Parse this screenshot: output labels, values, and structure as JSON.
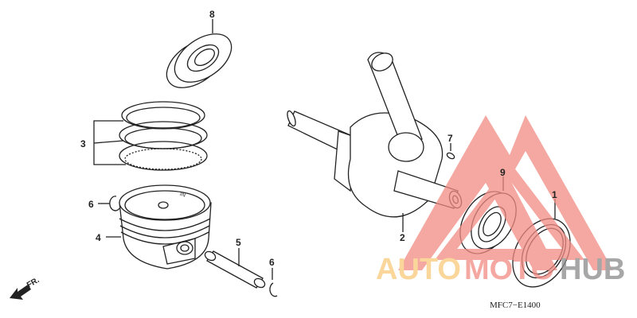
{
  "diagram": {
    "part_labels": [
      {
        "id": "1",
        "part": "oil-seal"
      },
      {
        "id": "2",
        "part": "crankshaft"
      },
      {
        "id": "3",
        "part": "piston-ring-set"
      },
      {
        "id": "4",
        "part": "piston"
      },
      {
        "id": "5",
        "part": "piston-pin"
      },
      {
        "id": "6",
        "part": "piston-pin-clip"
      },
      {
        "id": "7",
        "part": "woodruff-key"
      },
      {
        "id": "8",
        "part": "bearing"
      },
      {
        "id": "9",
        "part": "bearing"
      }
    ],
    "callouts": {
      "c8": "8",
      "c3": "3",
      "c6a": "6",
      "c4": "4",
      "c5": "5",
      "c6b": "6",
      "c2": "2",
      "c7": "7",
      "c9": "9",
      "c1": "1"
    },
    "piston_mark": "IN",
    "front_arrow_label": "FR.",
    "diagram_code": "MFC7−E1400"
  },
  "watermark": {
    "part1": "AUTO",
    "part2": "MOTO",
    "part3": "HUB",
    "colors": {
      "auto": "#f9c97a",
      "moto": "#f28b82",
      "hub": "#8a8a8a",
      "triangle": "#f28b82"
    }
  }
}
